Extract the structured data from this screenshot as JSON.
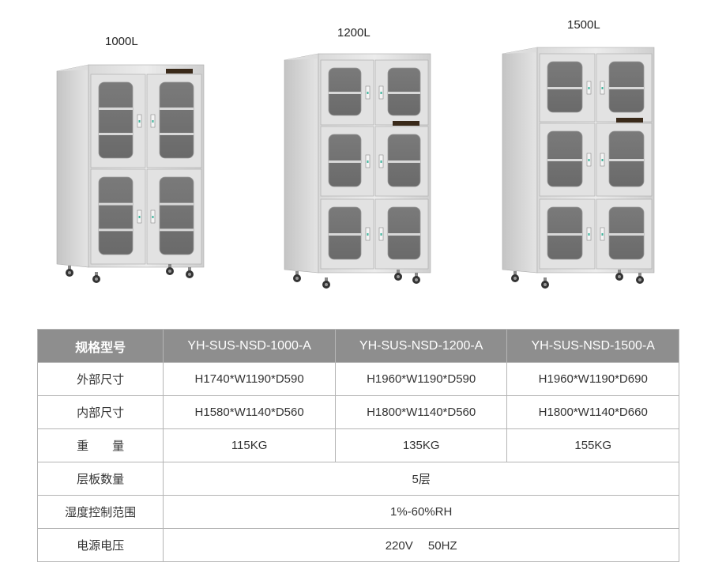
{
  "products": [
    {
      "capacity": "1000L"
    },
    {
      "capacity": "1200L"
    },
    {
      "capacity": "1500L"
    }
  ],
  "table": {
    "header": {
      "label": "规格型号",
      "models": [
        "YH-SUS-NSD-1000-A",
        "YH-SUS-NSD-1200-A",
        "YH-SUS-NSD-1500-A"
      ]
    },
    "rows": [
      {
        "label": "外部尺寸",
        "values": [
          "H1740*W1190*D590",
          "H1960*W1190*D590",
          "H1960*W1190*D690"
        ]
      },
      {
        "label": "内部尺寸",
        "values": [
          "H1580*W1140*D560",
          "H1800*W1140*D560",
          "H1800*W1140*D660"
        ]
      },
      {
        "label": "重　　量",
        "values": [
          "115KG",
          "135KG",
          "155KG"
        ]
      },
      {
        "label": "层板数量",
        "value": "5层"
      },
      {
        "label": "湿度控制范围",
        "value": "1%-60%RH"
      },
      {
        "label": "电源电压",
        "value": "220V　 50HZ"
      }
    ]
  },
  "colors": {
    "header_bg": "#8e8e8e",
    "border": "#b5b5b5"
  }
}
